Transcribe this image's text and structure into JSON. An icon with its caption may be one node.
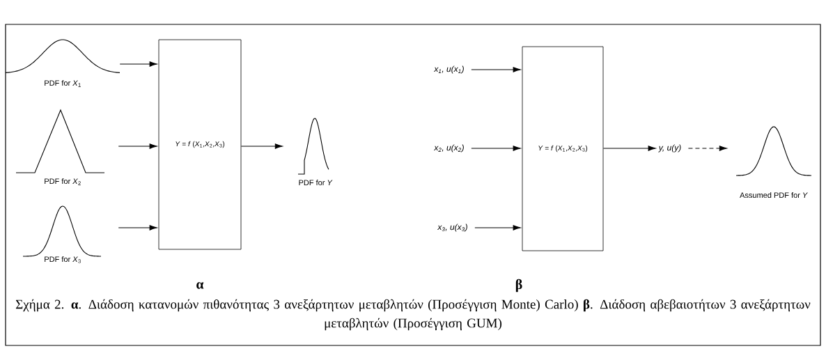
{
  "diagram": {
    "caption": "Σχήμα 2. **α**. Διάδοση κατανομών πιθανότητας 3 ανεξάρτητων μεταβλητών (Προσέγγιση Monte) Carlo) **β**. Διάδοση αβεβαιοτήτων 3 ανεξάρτητων μεταβλητών (Προσέγγιση GUM)",
    "nodes": [
      {
        "text": [
          "PDF for *X*$_{1}$"
        ]
      },
      {
        "text": [
          "PDF for *X*$_{2}$"
        ]
      },
      {
        "text": [
          "PDF for *X*$_{3}$"
        ]
      },
      {
        "text": [
          "*Y* = *f* (*X*$_{1}$,*X*$_{2}$,*X*$_{3}$)"
        ]
      },
      {
        "text": [
          "PDF for *Y*"
        ]
      },
      {
        "text": [
          "x$_{1}$, u(x$_{1}$)"
        ]
      },
      {
        "text": [
          "x$_{2}$, u(x$_{2}$)"
        ]
      },
      {
        "text": [
          "x$_{3}$, u(x$_{3}$)"
        ]
      },
      {
        "text": [
          "*Y* = *f* (*X*$_{1}$,*X*$_{2}$,*X*$_{3}$)"
        ]
      },
      {
        "text": [
          "y, u(y)"
        ]
      },
      {
        "text": [
          "Assumed PDF for *Y*"
        ]
      }
    ],
    "edges": [
      {
        "from": 0,
        "to": 3,
        "arrow": "to"
      },
      {
        "from": 1,
        "to": 3,
        "arrow": "to"
      },
      {
        "from": 2,
        "to": 3,
        "arrow": "to"
      },
      {
        "from": 3,
        "to": 4,
        "arrow": "to"
      },
      {
        "from": 5,
        "to": 8,
        "arrow": "to"
      },
      {
        "from": 6,
        "to": 8,
        "arrow": "to"
      },
      {
        "from": 7,
        "to": 8,
        "arrow": "to"
      },
      {
        "from": 8,
        "to": 9,
        "arrow": "to"
      },
      {
        "from": 9,
        "to": 10,
        "arrow": "to",
        "style": "dashed"
      }
    ],
    "labels": [
      "α",
      "β"
    ]
  }
}
